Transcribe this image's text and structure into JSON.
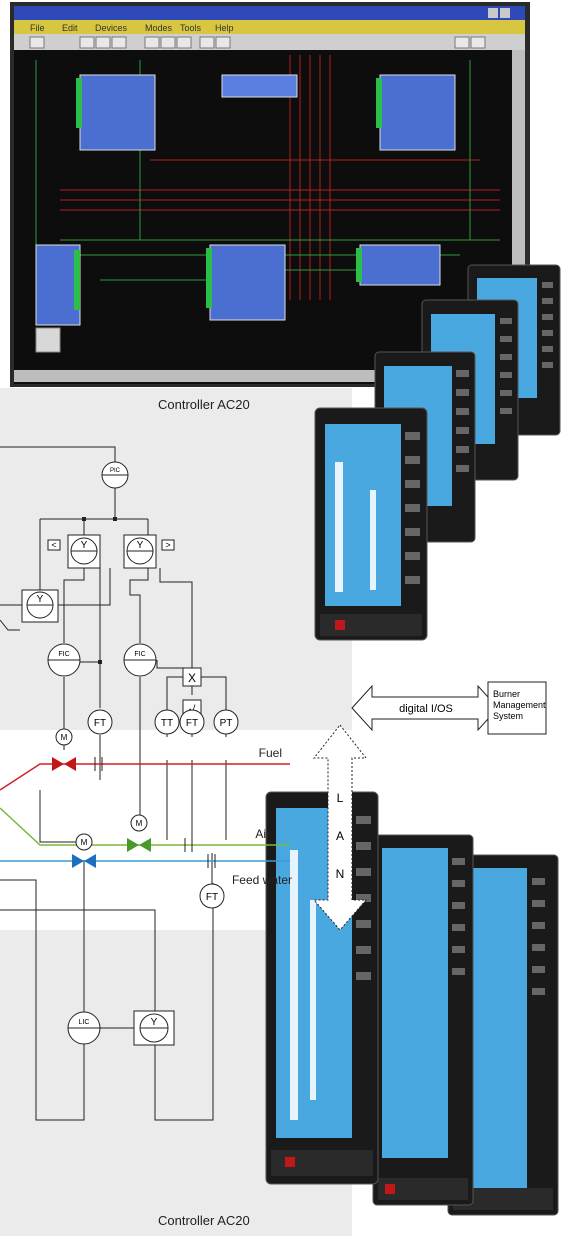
{
  "screen": {
    "title": "",
    "menu": [
      "File",
      "Edit",
      "Devices",
      "Modes",
      "Tools",
      "Help"
    ]
  },
  "captions": {
    "controller_top": "Controller AC20",
    "controller_bottom": "Controller AC20"
  },
  "instruments": {
    "pic": "PIC",
    "y_top_left": "Y",
    "y_top_right": "Y",
    "y_mid": "Y",
    "y_lower": "Y",
    "min_selector": "<",
    "max_selector": ">",
    "fic_left": "FIC",
    "fic_right": "FIC",
    "mult": "X",
    "sqrt": "√",
    "ft_fuel": "FT",
    "tt_air": "TT",
    "ft_air": "FT",
    "pt_air": "PT",
    "ft_water": "FT",
    "lic": "LIC",
    "m_fuel": "M",
    "m_air": "M",
    "m_water": "M"
  },
  "lines": {
    "fuel": "Fuel",
    "air": "Air",
    "feed_water": "Feed water"
  },
  "digital_io": "digital I/OS",
  "bms": [
    "Burner",
    "Management",
    "System"
  ],
  "lan_letters": [
    "L",
    "A",
    "N"
  ],
  "colors": {
    "fuel": "#d0202a",
    "air": "#7ab83c",
    "water": "#3a9bd6",
    "panel_bg": "#ebebeb",
    "screen_bg": "#101010",
    "block_blue": "#4a6fd0"
  }
}
